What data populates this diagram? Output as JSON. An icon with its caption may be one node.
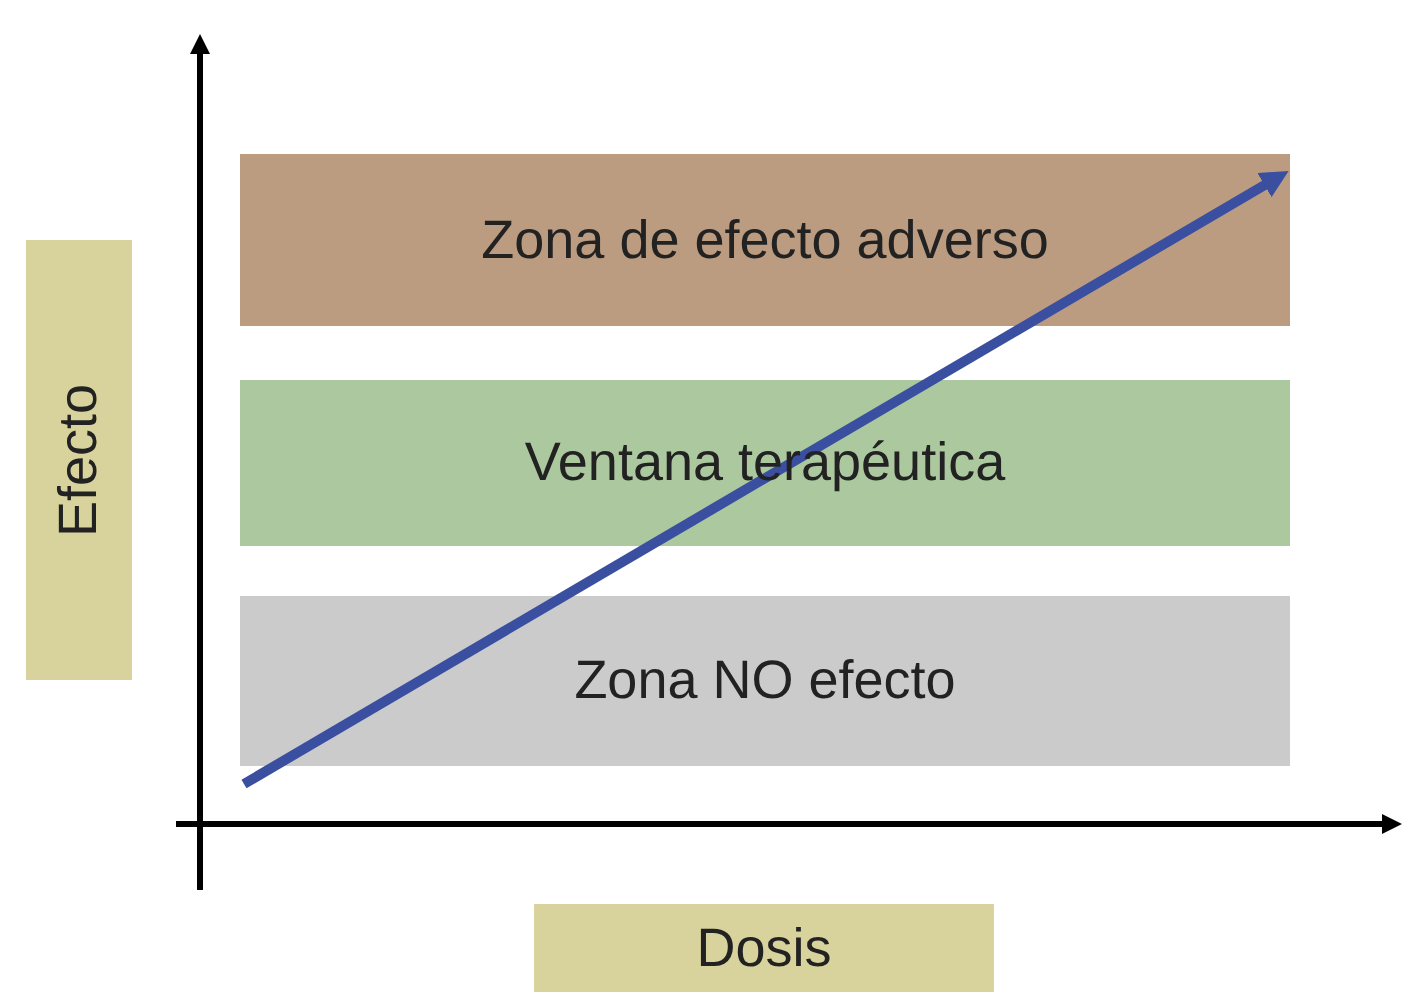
{
  "diagram": {
    "nodes": [
      {
        "text": [
          "Efecto"
        ]
      },
      {
        "text": [
          "Zona de efecto adverso"
        ]
      },
      {
        "text": [
          "Ventana terapéutica"
        ]
      },
      {
        "text": [
          "Zona NO efecto"
        ]
      },
      {
        "text": [
          "Dosis"
        ]
      }
    ]
  }
}
